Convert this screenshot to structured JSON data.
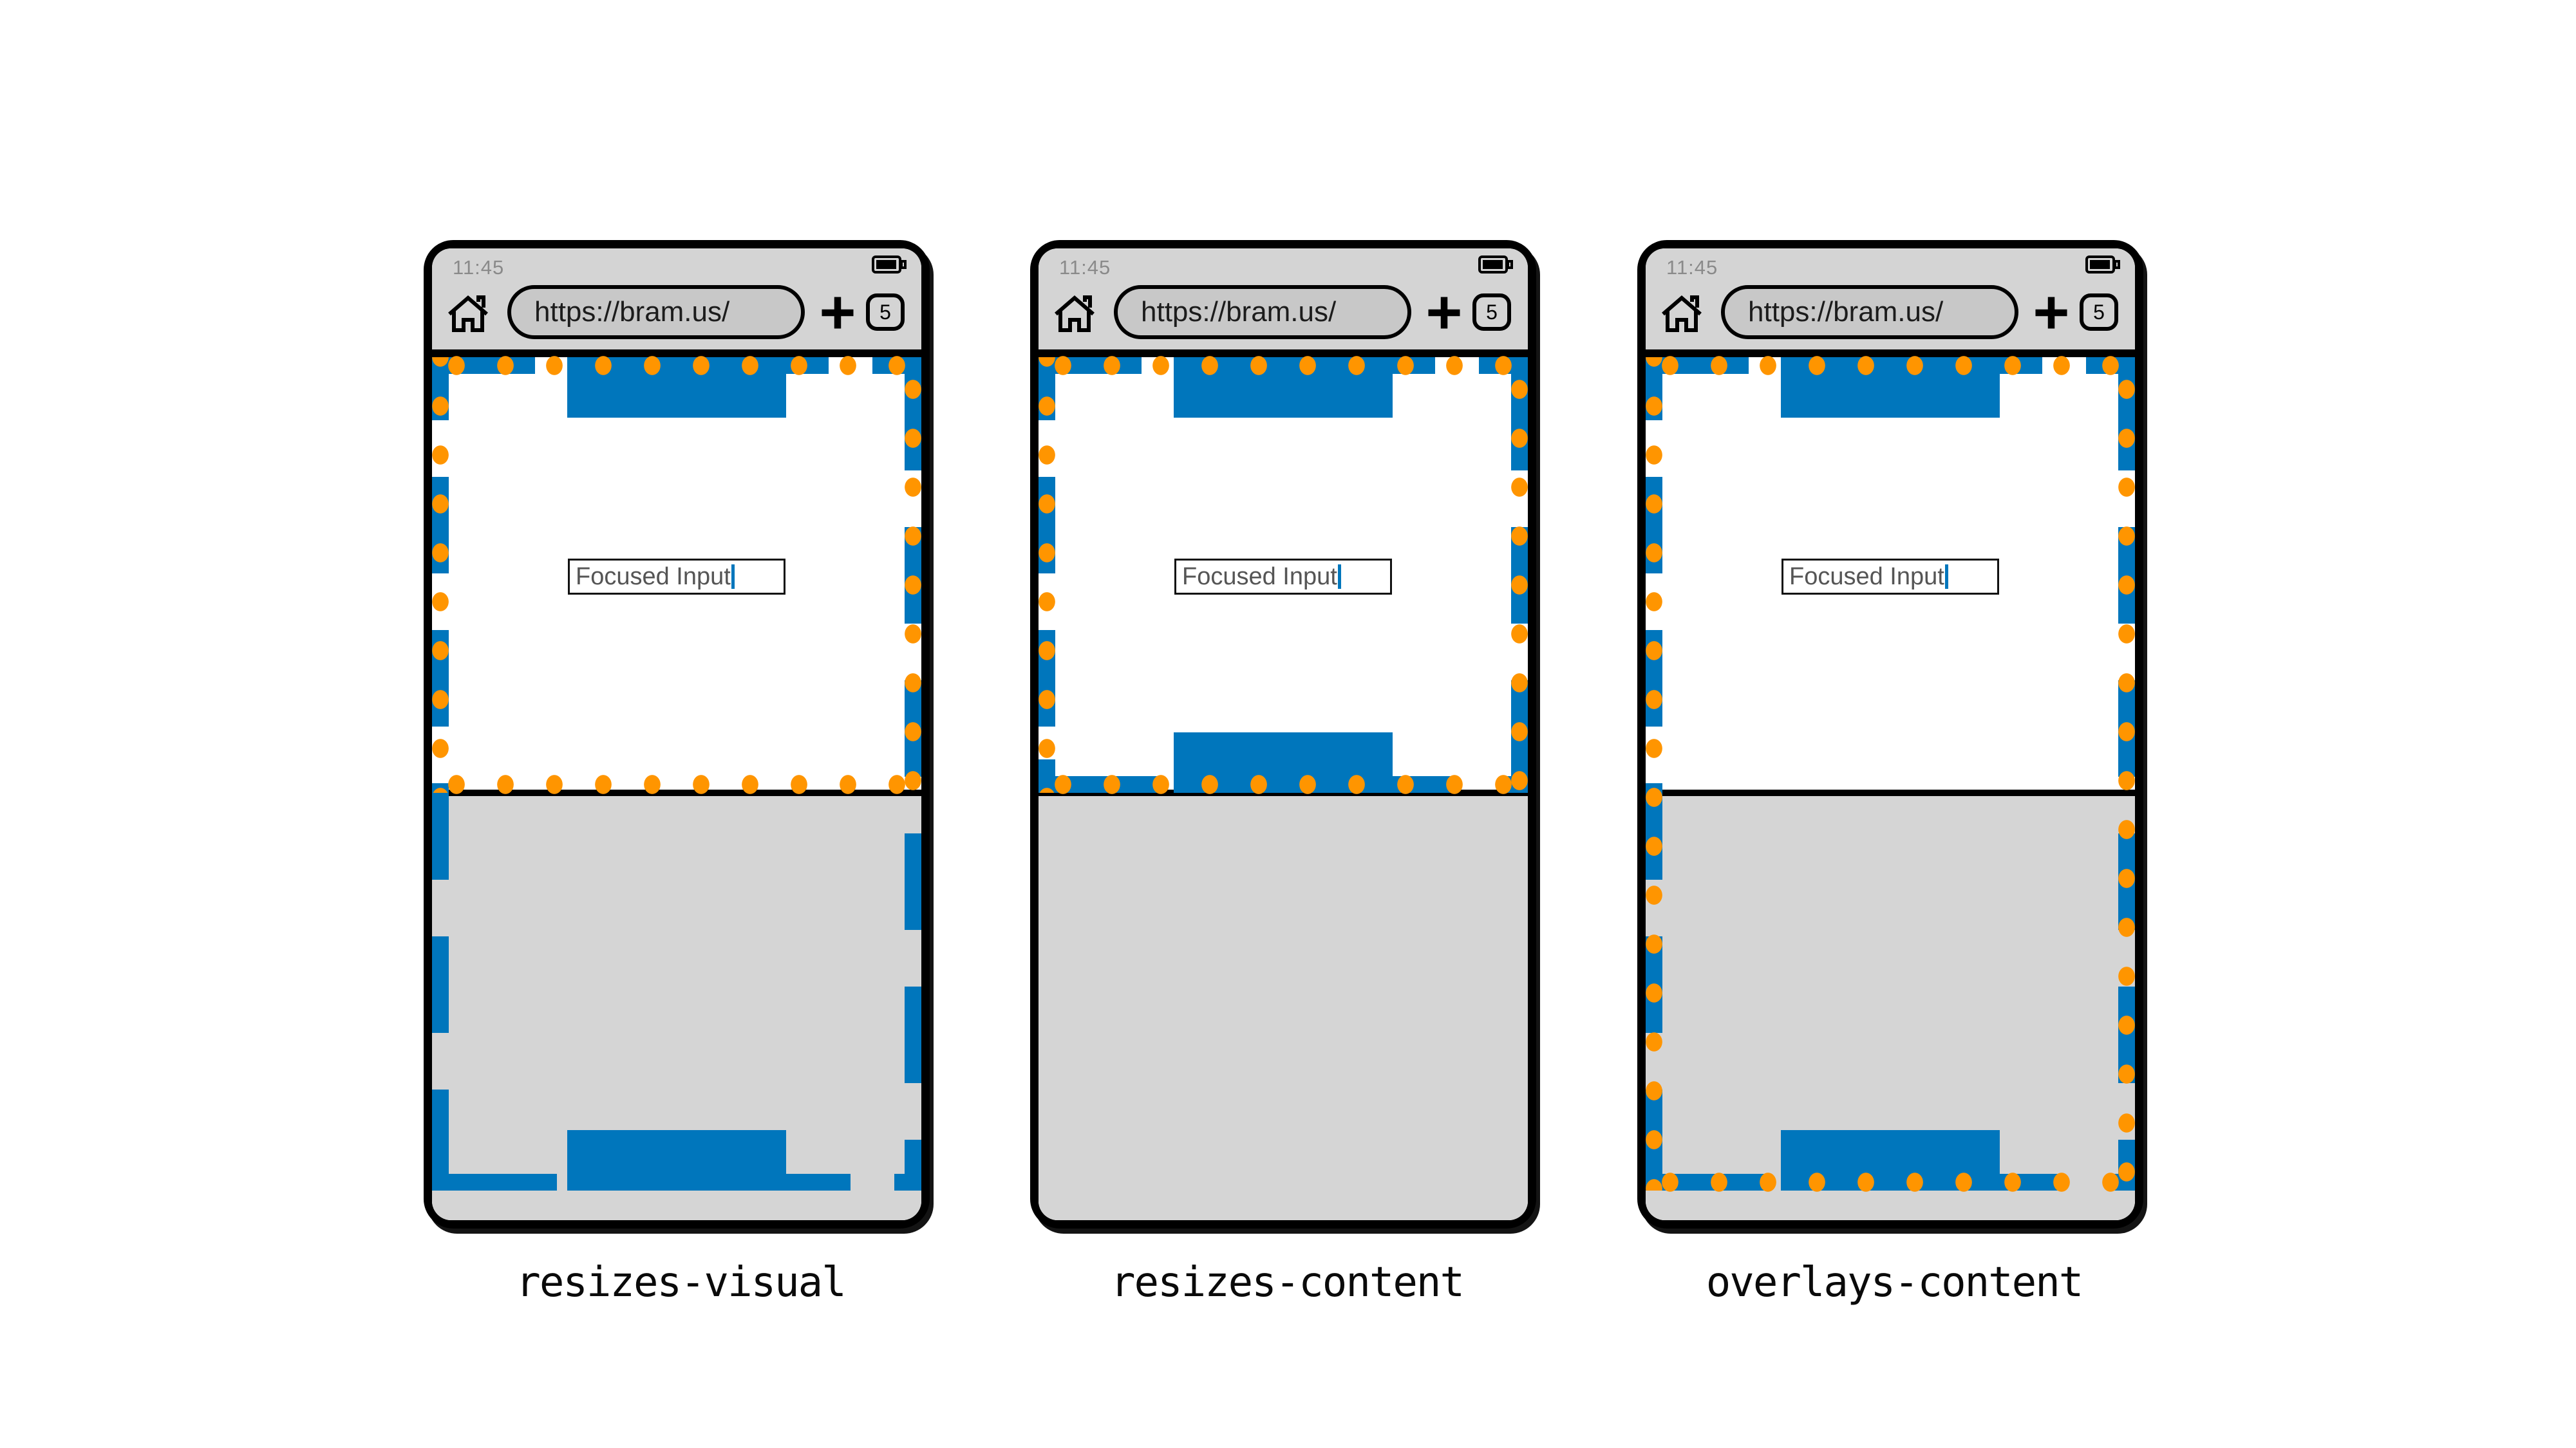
{
  "colors": {
    "blue": "#0076bc",
    "orange": "#ff9500",
    "chrome": "#d4d4d4",
    "kbd": "#d5d5d5",
    "pill": "#c8c8c8"
  },
  "chrome": {
    "time": "11:45",
    "url": "https://bram.us/",
    "new_tab_label": "+",
    "tab_count": "5"
  },
  "page": {
    "input_value": "Focused Input"
  },
  "phones": [
    {
      "label": "resizes-visual",
      "layout_viewport": "full-height",
      "visual_viewport": "resized"
    },
    {
      "label": "resizes-content",
      "layout_viewport": "resized",
      "visual_viewport": "resized"
    },
    {
      "label": "overlays-content",
      "layout_viewport": "full-height",
      "visual_viewport": "full-height"
    }
  ]
}
